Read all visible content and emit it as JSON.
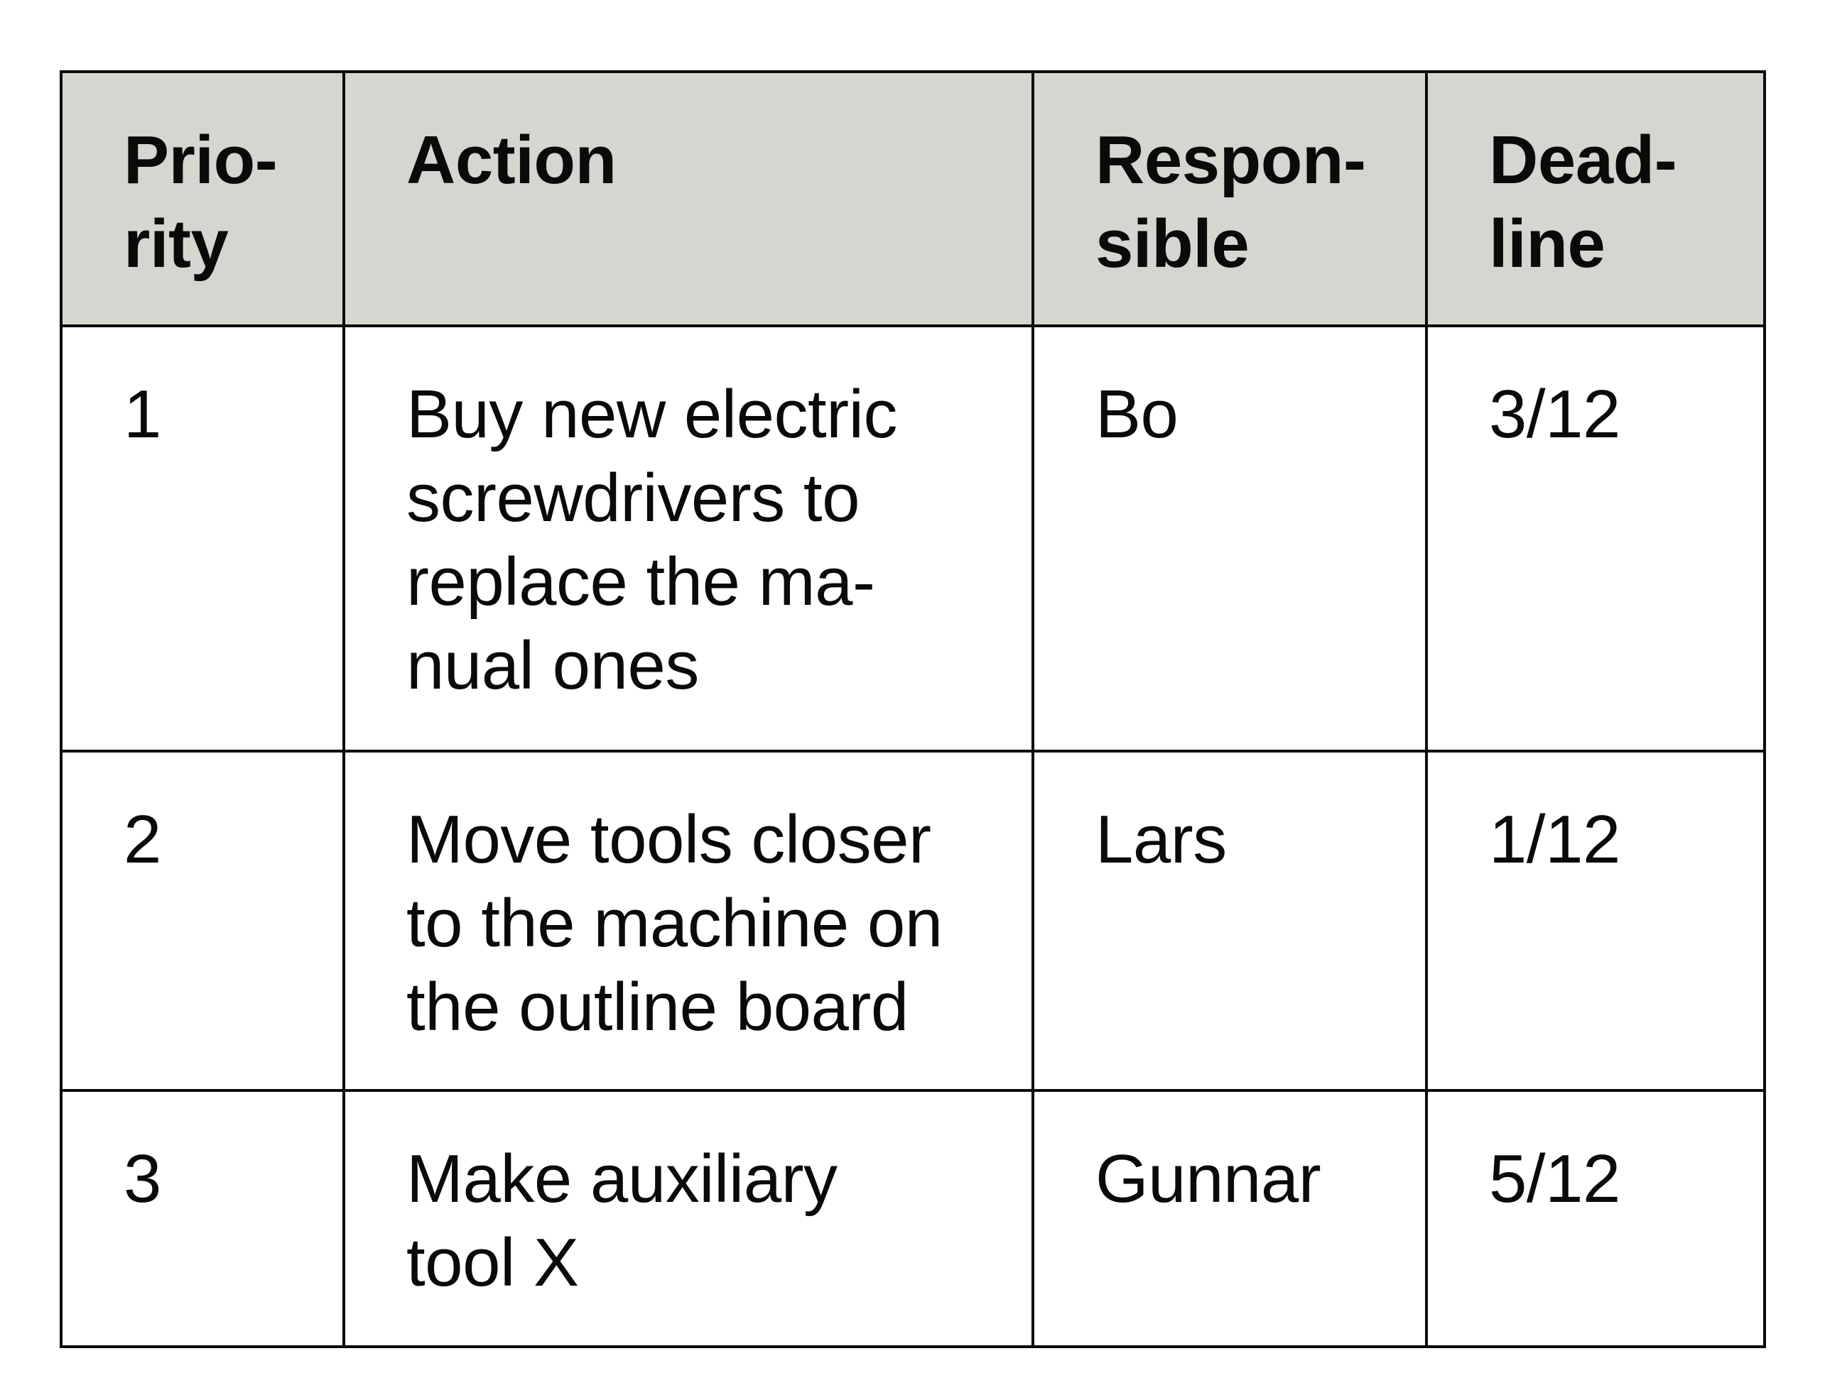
{
  "table": {
    "header_bg": "#d6d6d0",
    "border_color": "#0a0a0a",
    "columns": [
      {
        "label": "Prio-rity",
        "lines": [
          "Prio-",
          "rity"
        ]
      },
      {
        "label": "Action",
        "lines": [
          "Action"
        ]
      },
      {
        "label": "Respon-sible",
        "lines": [
          "Respon-",
          "sible"
        ]
      },
      {
        "label": "Dead-line",
        "lines": [
          "Dead-",
          "line"
        ]
      }
    ],
    "rows": [
      {
        "priority": "1",
        "action": "Buy new electric screwdrivers to replace the manual ones",
        "action_lines": [
          "Buy new electric",
          "screwdrivers to",
          "replace the ma-",
          "nual ones"
        ],
        "responsible": "Bo",
        "deadline": "3/12"
      },
      {
        "priority": "2",
        "action": "Move tools closer to the machine on the outline board",
        "action_lines": [
          "Move tools closer",
          "to the machine on",
          "the outline board"
        ],
        "responsible": "Lars",
        "deadline": "1/12"
      },
      {
        "priority": "3",
        "action": "Make auxiliary tool X",
        "action_lines": [
          "Make auxiliary",
          "tool X"
        ],
        "responsible": "Gunnar",
        "deadline": "5/12"
      }
    ]
  }
}
